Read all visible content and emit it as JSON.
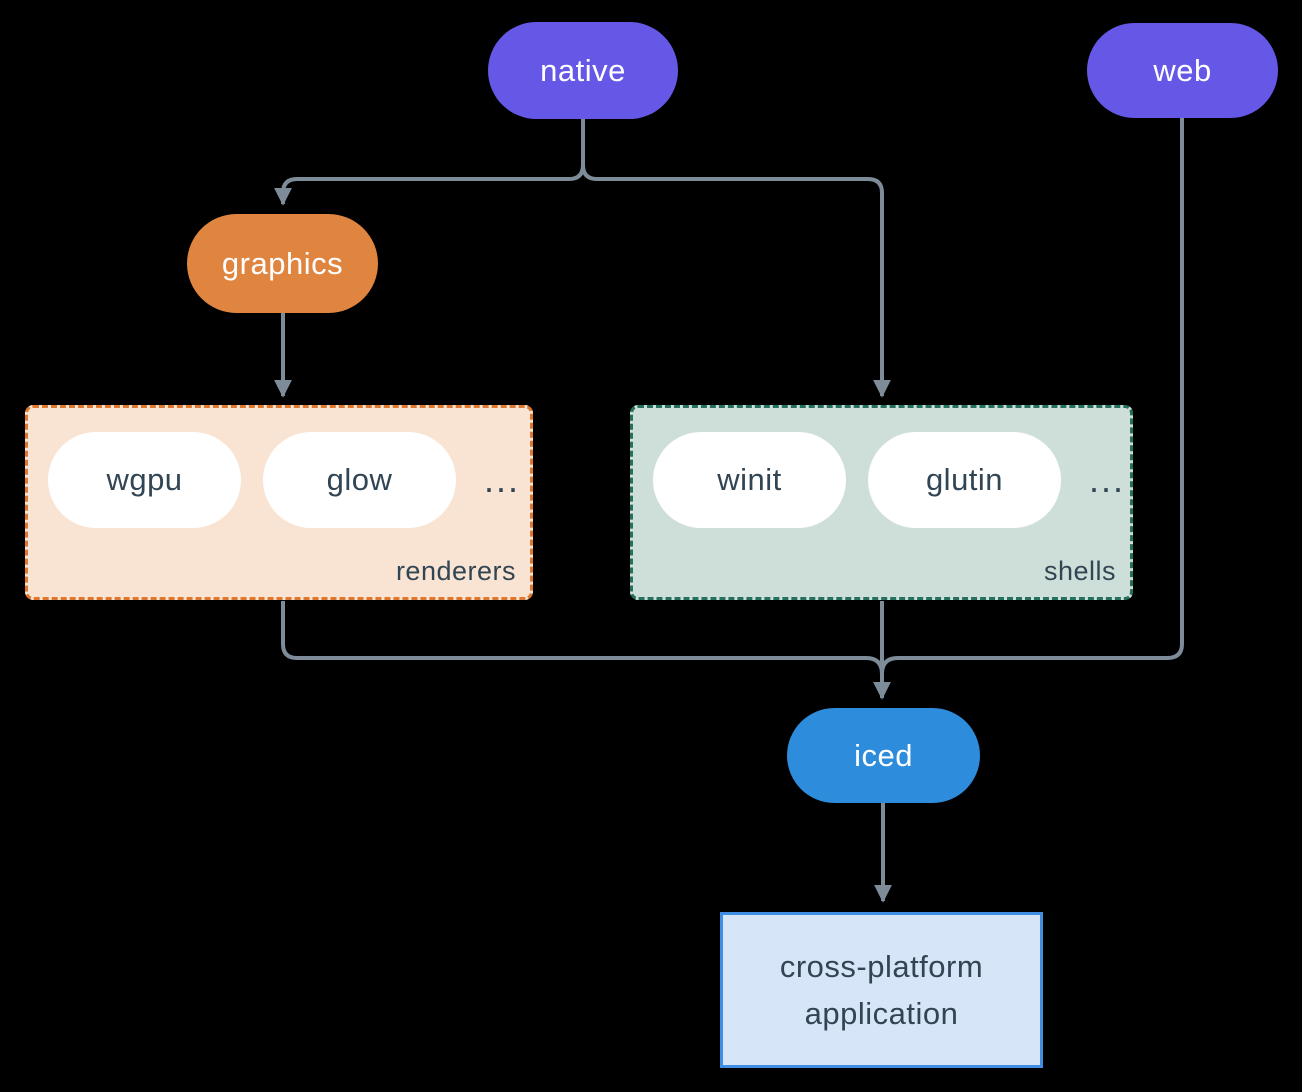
{
  "diagram": {
    "background_color": "#000000",
    "arrow_color": "#7E8C9A",
    "nodes": {
      "native": {
        "label": "native",
        "color": "#6558E6",
        "text_color": "#FFFFFF"
      },
      "web": {
        "label": "web",
        "color": "#6558E6",
        "text_color": "#FFFFFF"
      },
      "graphics": {
        "label": "graphics",
        "color": "#E08540",
        "text_color": "#FFFFFF"
      },
      "iced": {
        "label": "iced",
        "color": "#2D8CDB",
        "text_color": "#FFFFFF"
      },
      "app": {
        "label": "cross-platform application",
        "fill": "#D6E6F8",
        "border": "#3F8EE1",
        "text_color": "#314554"
      }
    },
    "groups": {
      "renderers": {
        "label": "renderers",
        "fill": "#F9E4D3",
        "border": "#E0772E",
        "items": [
          "wgpu",
          "glow"
        ],
        "ellipsis": "...",
        "item_text_color": "#314554"
      },
      "shells": {
        "label": "shells",
        "fill": "#CEDFD9",
        "border": "#26705F",
        "items": [
          "winit",
          "glutin"
        ],
        "ellipsis": "...",
        "item_text_color": "#314554"
      }
    }
  }
}
